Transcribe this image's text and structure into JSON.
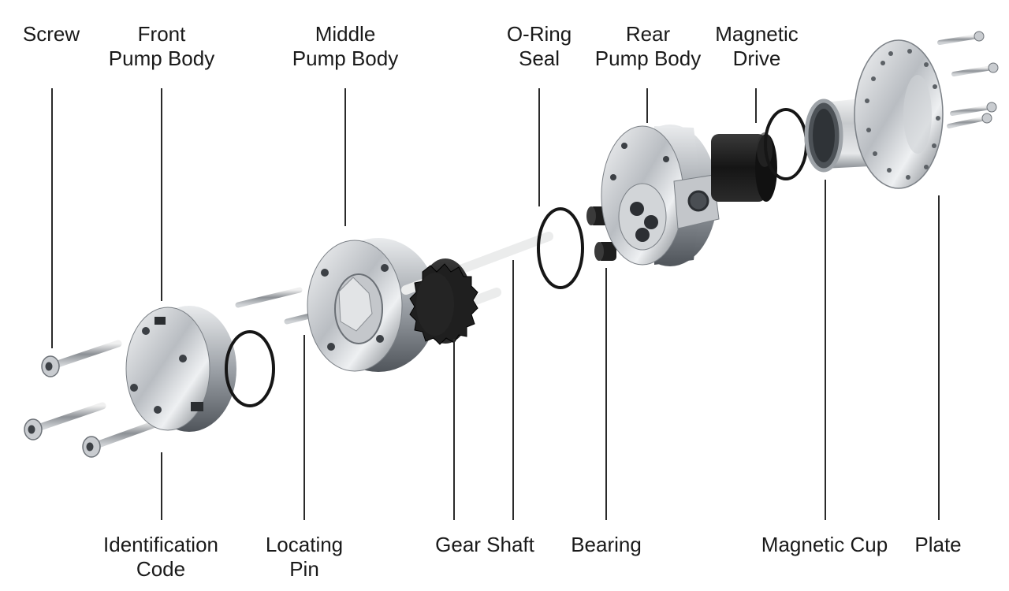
{
  "labels": {
    "screw": [
      "Screw"
    ],
    "front_pump_body": [
      "Front",
      "Pump Body"
    ],
    "middle_pump_body": [
      "Middle",
      "Pump Body"
    ],
    "o_ring_seal": [
      "O-Ring",
      "Seal"
    ],
    "rear_pump_body": [
      "Rear",
      "Pump Body"
    ],
    "magnetic_drive": [
      "Magnetic",
      "Drive"
    ],
    "identification_code": [
      "Identification",
      "Code"
    ],
    "locating_pin": [
      "Locating",
      "Pin"
    ],
    "gear_shaft": [
      "Gear Shaft"
    ],
    "bearing": [
      "Bearing"
    ],
    "magnetic_cup": [
      "Magnetic Cup"
    ],
    "plate": [
      "Plate"
    ]
  },
  "colors": {
    "text": "#1a1a1a",
    "leader": "#2a2a2a",
    "steel_light": "#e8eaec",
    "steel_mid": "#a9adb2",
    "steel_dark": "#5f646a",
    "black_part": "#1b1b1b",
    "white_shaft": "#f4f4f4"
  }
}
